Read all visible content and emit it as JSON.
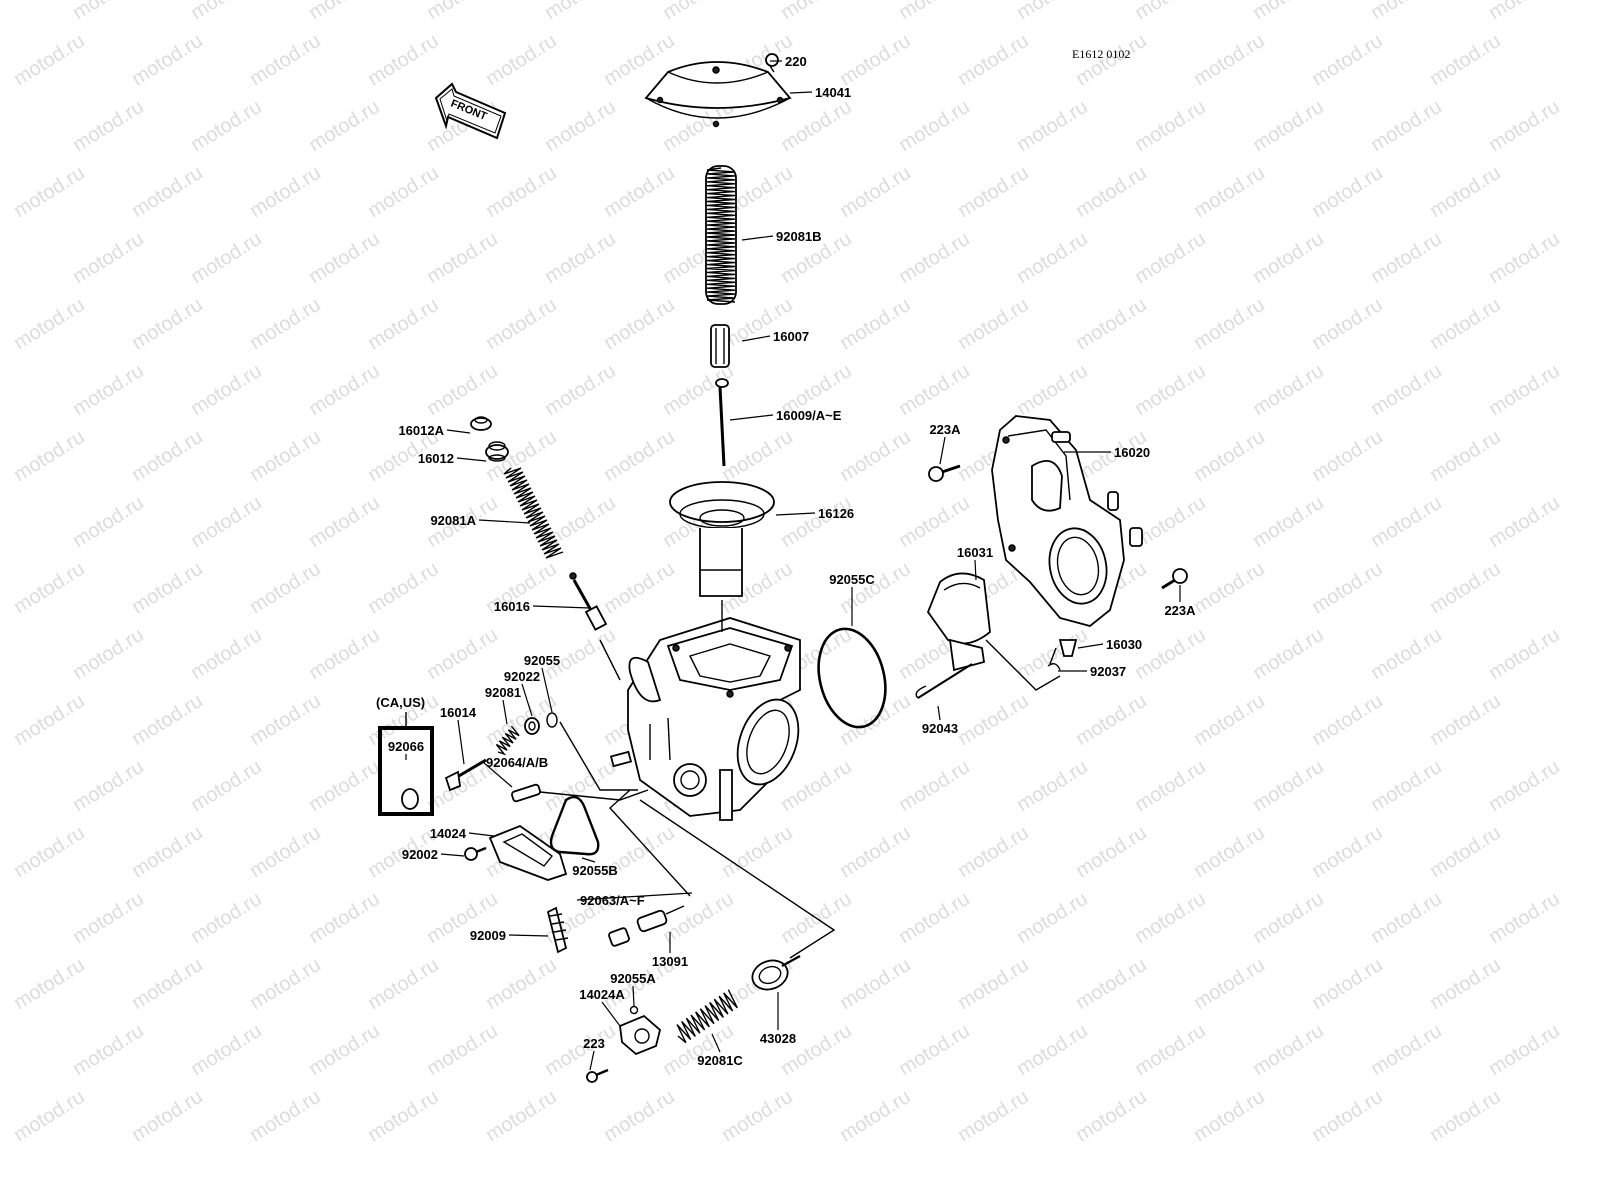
{
  "diagram": {
    "code": "E1612 0102",
    "front_badge": "FRONT",
    "inset_note": "(CA,US)",
    "watermark": "motod.ru",
    "colors": {
      "line": "#000000",
      "background": "#ffffff",
      "watermark": "#dcdcdc"
    }
  },
  "callouts": [
    "220",
    "14041",
    "92081B",
    "16007",
    "16009/A~E",
    "16012A",
    "16012",
    "92081A",
    "16126",
    "16016",
    "223A",
    "16020",
    "16031",
    "92055C",
    "223A",
    "16030",
    "92037",
    "92043",
    "92055",
    "92022",
    "92081",
    "16014",
    "92066",
    "92064/A/B",
    "14024",
    "92002",
    "92055B",
    "92063/A~F",
    "92009",
    "13091",
    "92055A",
    "14024A",
    "223",
    "92081C",
    "43028"
  ]
}
